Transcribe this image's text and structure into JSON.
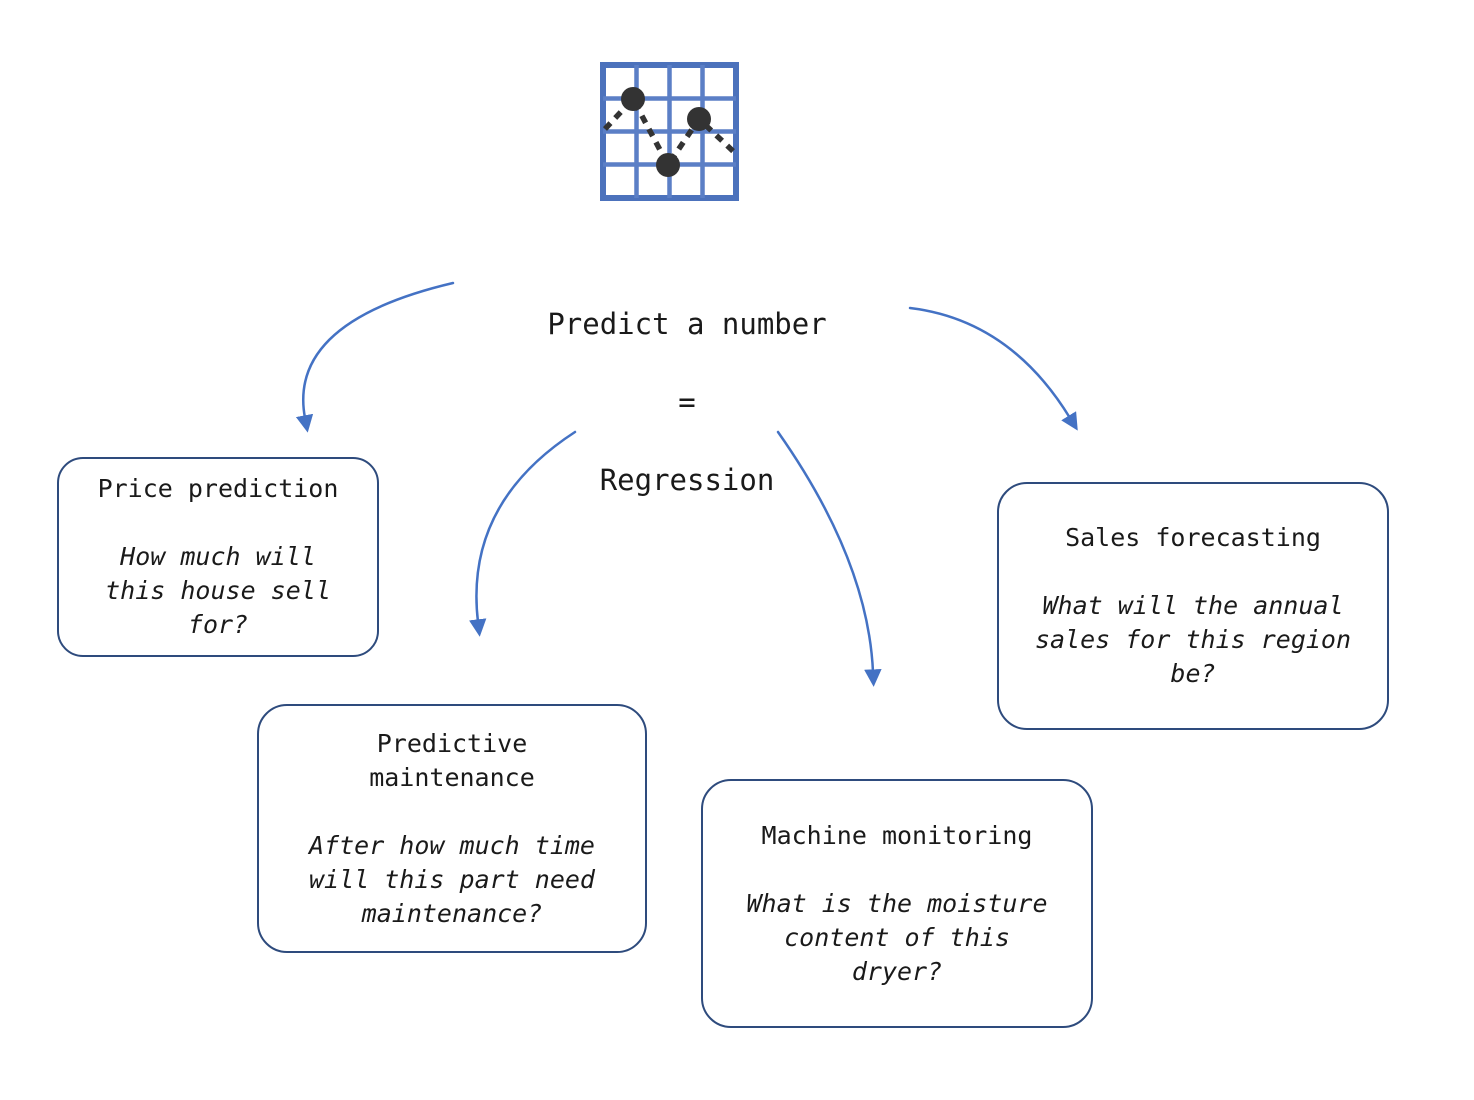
{
  "icon": {
    "name": "scatter-line-chart-grid-icon",
    "grid_color": "#5B7FC6",
    "grid_border_color": "#4C72BC",
    "dot_color": "#333333"
  },
  "center": {
    "line1": "Predict a number",
    "line2": "=",
    "line3": "Regression"
  },
  "colors": {
    "arrow": "#4472C4",
    "box_border": "#2E4B7D",
    "text": "#1a1a1a"
  },
  "boxes": [
    {
      "id": "price-prediction",
      "title": "Price prediction",
      "question": "How much will\nthis house sell\nfor?"
    },
    {
      "id": "predictive-maintenance",
      "title": "Predictive\nmaintenance",
      "question": "After how much time\nwill this part need\nmaintenance?"
    },
    {
      "id": "machine-monitoring",
      "title": "Machine monitoring",
      "question": "What is the moisture\ncontent of this\ndryer?"
    },
    {
      "id": "sales-forecasting",
      "title": "Sales forecasting",
      "question": "What will the annual\nsales for this region\nbe?"
    }
  ]
}
